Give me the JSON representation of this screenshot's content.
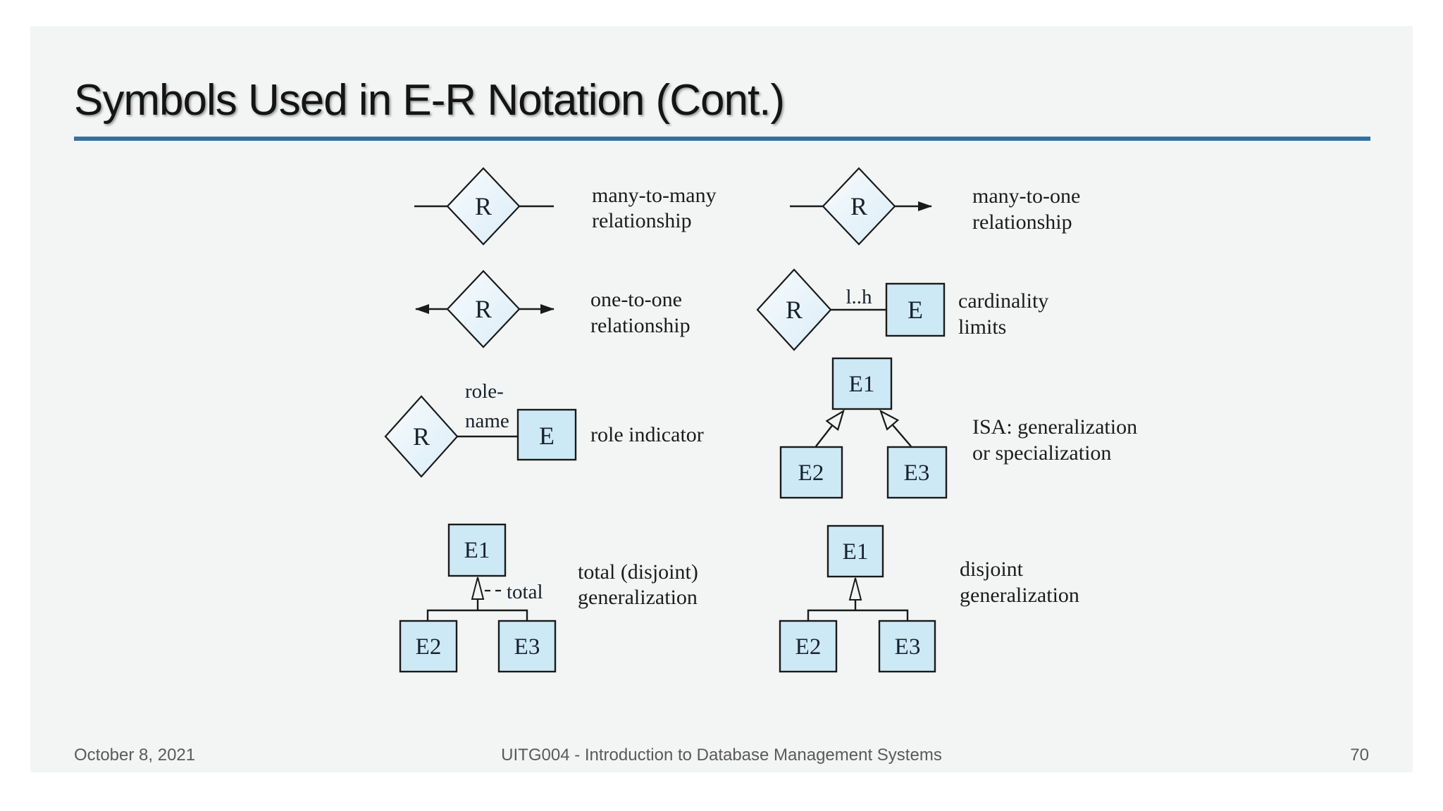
{
  "slide": {
    "title": "Symbols Used in E-R Notation (Cont.)",
    "accent_color": "#35719f",
    "background_color": "#f3f4f4"
  },
  "diagrams": {
    "many_to_many": {
      "relationship_label": "R",
      "caption": [
        "many-to-many",
        "relationship"
      ]
    },
    "many_to_one": {
      "relationship_label": "R",
      "caption": [
        "many-to-one",
        "relationship"
      ]
    },
    "one_to_one": {
      "relationship_label": "R",
      "caption": [
        "one-to-one",
        "relationship"
      ]
    },
    "cardinality_limits": {
      "relationship_label": "R",
      "entity_label": "E",
      "limits_label": "l..h",
      "caption": [
        "cardinality",
        "limits"
      ]
    },
    "role_indicator": {
      "relationship_label": "R",
      "entity_label": "E",
      "role_name_lines": [
        "role-",
        "name"
      ],
      "caption": [
        "role indicator"
      ]
    },
    "isa": {
      "superclass_label": "E1",
      "subclass_labels": [
        "E2",
        "E3"
      ],
      "caption": [
        "ISA: generalization",
        "or specialization"
      ]
    },
    "total_generalization": {
      "superclass_label": "E1",
      "subclass_labels": [
        "E2",
        "E3"
      ],
      "annotation_label": "total",
      "caption": [
        "total (disjoint)",
        "generalization"
      ]
    },
    "disjoint_generalization": {
      "superclass_label": "E1",
      "subclass_labels": [
        "E2",
        "E3"
      ],
      "caption": [
        "disjoint",
        "generalization"
      ]
    }
  },
  "footer": {
    "date": "October 8, 2021",
    "course": "UITG004 - Introduction to Database Management Systems",
    "page_number": "70"
  }
}
